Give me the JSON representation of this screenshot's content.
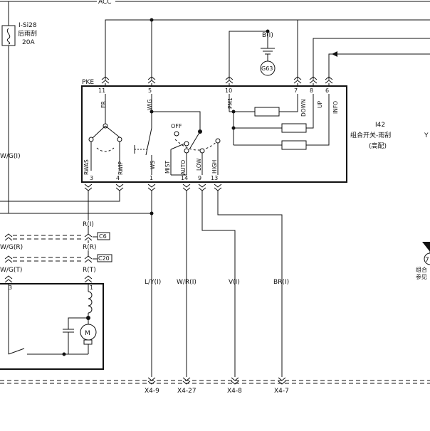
{
  "top": {
    "acc": "ACC"
  },
  "fuse": {
    "id": "I-Si28",
    "name": "后雨刮",
    "rating": "20A"
  },
  "ground": {
    "wire": "B(I)",
    "id": "G63"
  },
  "module": {
    "tag": "PKE",
    "id": "I42",
    "name": "组合开关-雨刮",
    "variant": "(高配)",
    "switch_off": "OFF",
    "pins_top": [
      {
        "num": "11",
        "sig": "ER"
      },
      {
        "num": "5",
        "sig": "WIG"
      },
      {
        "num": "10",
        "sig": "PM1"
      },
      {
        "num": "7",
        "sig": "DOWN"
      },
      {
        "num": "8",
        "sig": "UP"
      },
      {
        "num": "6",
        "sig": "INFO"
      }
    ],
    "pins_bottom": [
      {
        "num": "3",
        "sig": "RWAS"
      },
      {
        "num": "4",
        "sig": "RWIP"
      },
      {
        "num": "1",
        "sig": "WS"
      },
      {
        "num": "14",
        "sig": "AUTO"
      },
      {
        "num": "9",
        "sig": "LOW"
      },
      {
        "num": "13",
        "sig": "HIGH"
      }
    ],
    "mist": "MIST"
  },
  "wires": {
    "left": "W/G(I)",
    "r_i": "R(I)",
    "wg_r": "W/G(R)",
    "r_r": "R(R)",
    "wg_t": "W/G(T)",
    "r_t": "R(T)",
    "ly": "L/Y(I)",
    "wr": "W/R(I)",
    "v": "V(I)",
    "br": "BR(I)",
    "right_partial": "Y"
  },
  "connectors": {
    "c6": "C6",
    "c20": "C20"
  },
  "motor": {
    "pin_left": "3",
    "pin_right": "1",
    "symbol": "M"
  },
  "harness": {
    "x4_9": "X4-9",
    "x4_27": "X4-27",
    "x4_8": "X4-8",
    "x4_7": "X4-7"
  },
  "ref": {
    "num": "7",
    "line1": "组合",
    "line2": "参见"
  }
}
